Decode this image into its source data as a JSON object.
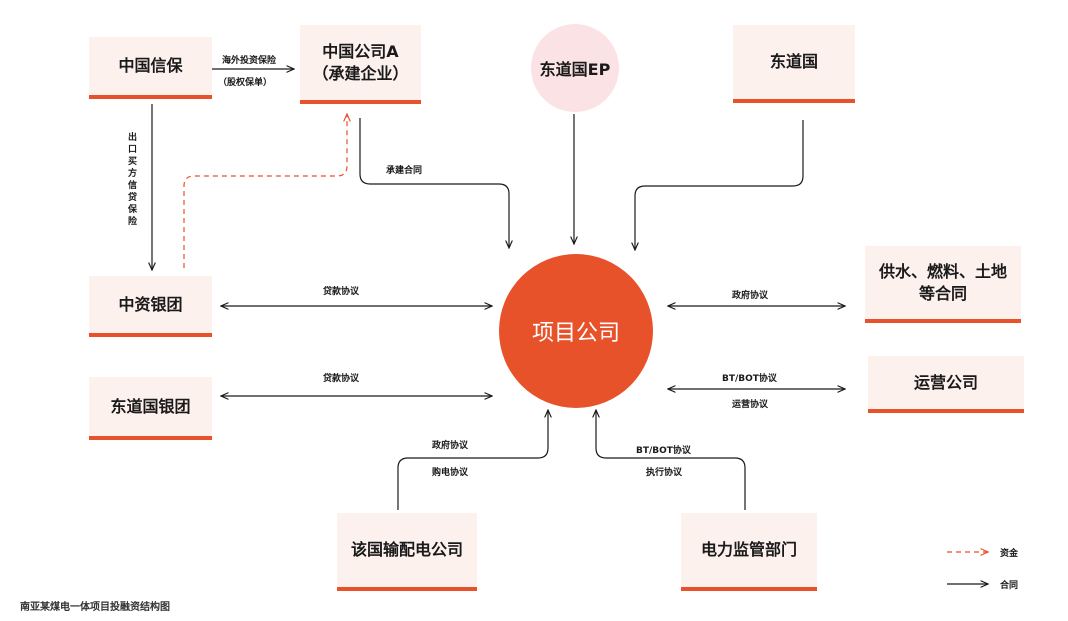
{
  "nodes": {
    "sinosure": "中国信保",
    "china_company_line1": "中国公司A",
    "china_company_line2": "（承建企业）",
    "host_ep": "东道国EP",
    "host_country": "东道国",
    "chinese_banks": "中资银团",
    "host_banks": "东道国银团",
    "project_company": "项目公司",
    "supply_line1": "供水、燃料、土地",
    "supply_line2": "等合同",
    "operator": "运营公司",
    "grid_company": "该国输配电公司",
    "power_regulator": "电力监管部门"
  },
  "edges": {
    "overseas_insurance": "海外投资保险",
    "equity_insurance": "（股权保单）",
    "buyer_credit_insurance": "出口买方信贷保险",
    "construction_contract": "承建合同",
    "loan_agreement_1": "贷款协议",
    "loan_agreement_2": "贷款协议",
    "gov_agreement_right": "政府协议",
    "bt_bot_right": "BT/BOT协议",
    "operation_agreement": "运营协议",
    "gov_agreement_bottom": "政府协议",
    "ppa": "购电协议",
    "bt_bot_bottom": "BT/BOT协议",
    "execution_agreement": "执行协议"
  },
  "legend": {
    "funds": "资金",
    "contract": "合同"
  },
  "caption": "南亚某煤电一体项目投融资结构图",
  "colors": {
    "accent": "#e8522a",
    "box_fill": "#fdf1ee",
    "ep_fill": "#fbe3e5",
    "line": "#1a1a1a"
  }
}
